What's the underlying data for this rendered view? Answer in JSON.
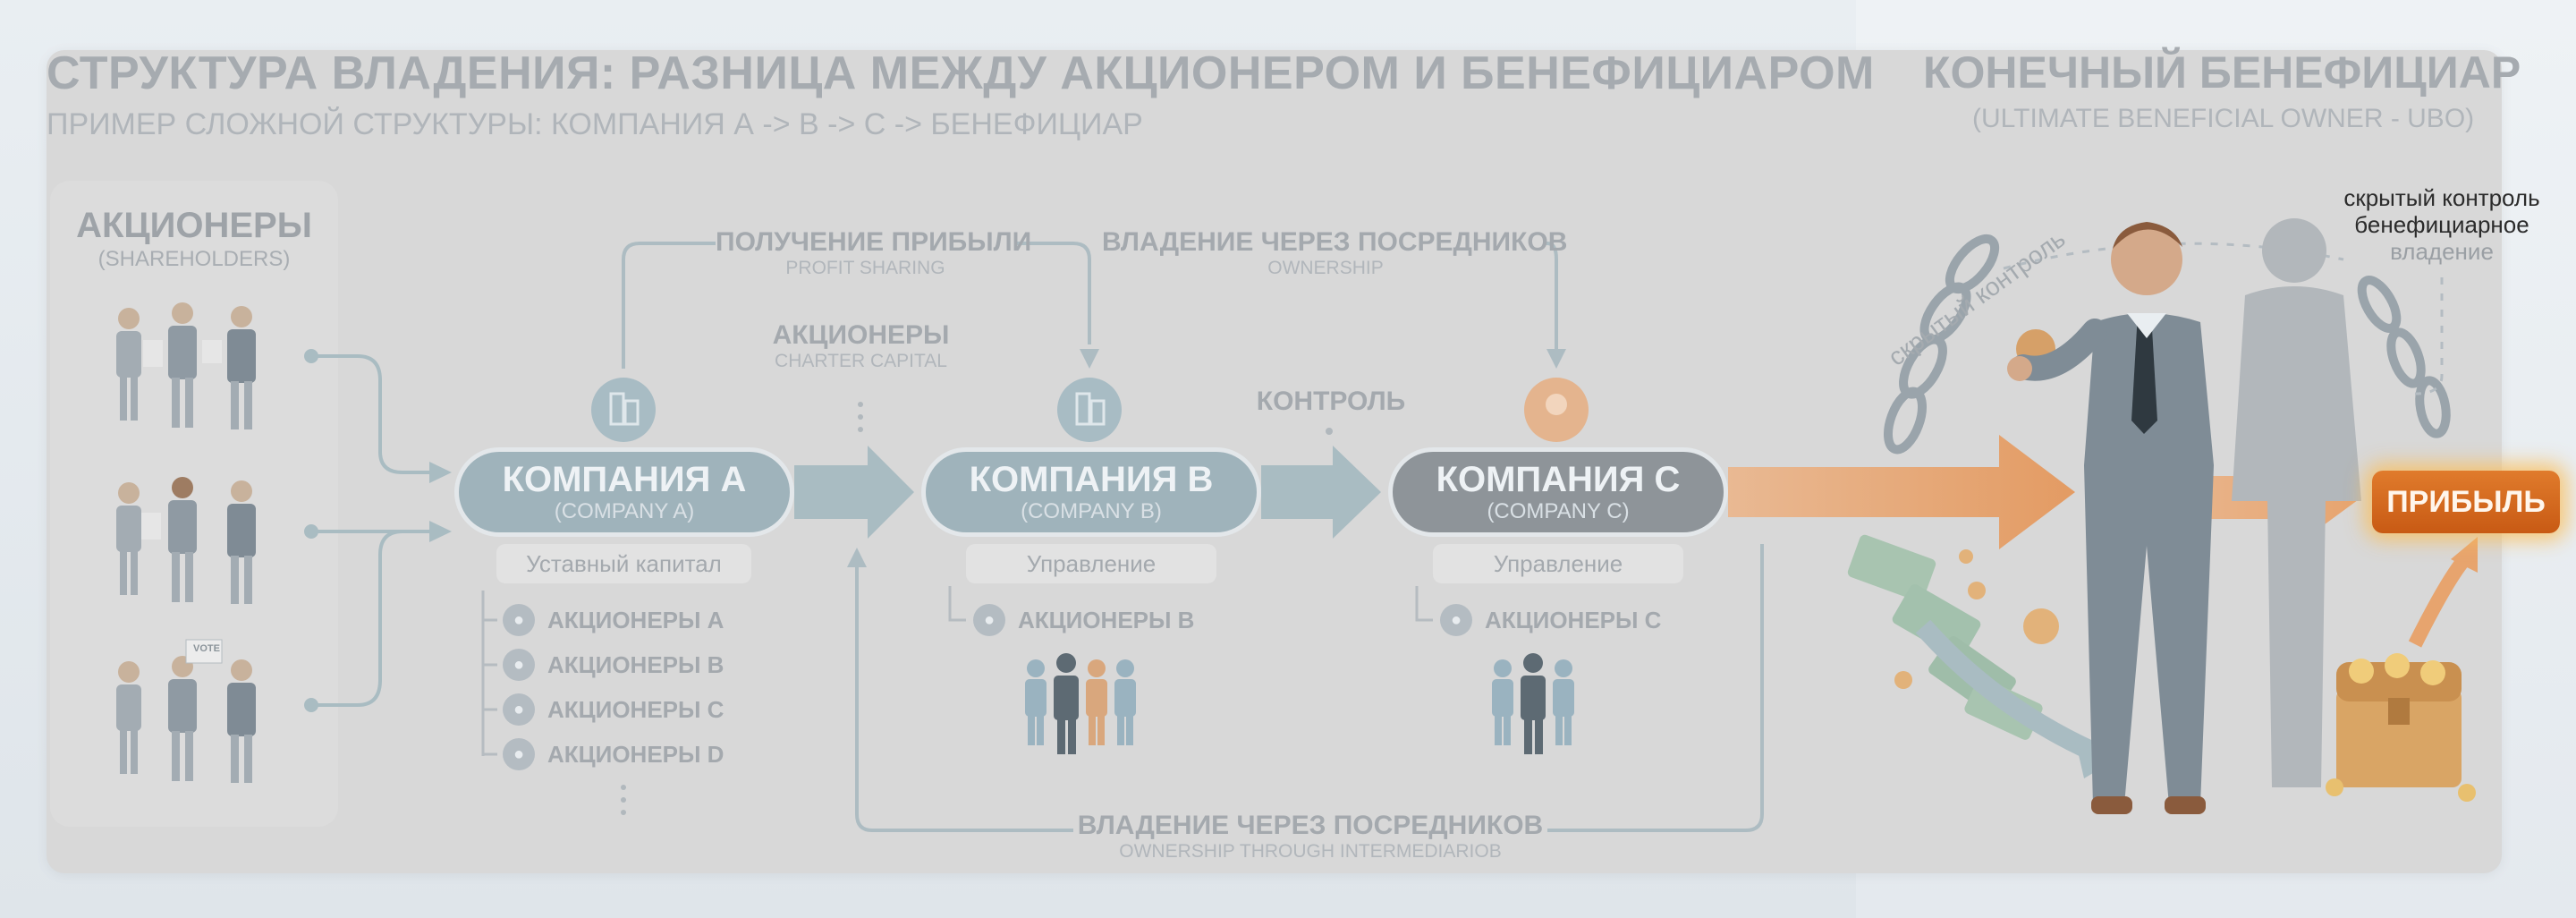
{
  "header": {
    "title": "СТРУКТУРА ВЛАДЕНИЯ: РАЗНИЦА МЕЖДУ АКЦИОНЕРОМ И БЕНЕФИЦИАРОМ",
    "subtitle": "ПРИМЕР СЛОЖНОЙ СТРУКТУРЫ: КОМПАНИЯ А -> В -> С -> БЕНЕФИЦИАР"
  },
  "ubo": {
    "title": "КОНЕЧНЫЙ БЕНЕФИЦИАР",
    "subtitle": "(ULTIMATE BENEFICIAL OWNER - UBO)",
    "hidden_control": "скрытый контроль",
    "note_line1": "скрытый контроль",
    "note_line2": "бенефициарное",
    "note_line3": "владение",
    "profit_label": "ПРИБЫЛЬ"
  },
  "shareholders": {
    "title": "АКЦИОНЕРЫ",
    "subtitle": "(SHAREHOLDERS)",
    "vote_label": "VOTE"
  },
  "labels": {
    "profit_ru": "ПОЛУЧЕНИЕ ПРИБЫЛИ",
    "profit_en": "PROFIT SHARING",
    "own_ru": "ВЛАДЕНИЕ ЧЕРЕЗ ПОСРЕДНИКОВ",
    "own_en": "OWNERSHIP",
    "charter_ru": "АКЦИОНЕРЫ",
    "charter_en": "CHARTER CAPITAL",
    "control": "КОНТРОЛЬ",
    "bottom_ru": "ВЛАДЕНИЕ ЧЕРЕЗ ПОСРЕДНИКОВ",
    "bottom_en": "OWNERSHIP THROUGH INTERMEDIARIOB"
  },
  "companies": [
    {
      "name": "КОМПАНИЯ А",
      "en": "(COMPANY A)",
      "pill": "Уставный капитал"
    },
    {
      "name": "КОМПАНИЯ В",
      "en": "(COMPANY B)",
      "pill": "Управление"
    },
    {
      "name": "КОМПАНИЯ С",
      "en": "(COMPANY C)",
      "pill": "Управление"
    }
  ],
  "company_a_list": [
    "АКЦИОНЕРЫ A",
    "АКЦИОНЕРЫ B",
    "АКЦИОНЕРЫ C",
    "АКЦИОНЕРЫ D"
  ],
  "company_b_list": [
    "АКЦИОНЕРЫ В"
  ],
  "company_c_list": [
    "АКЦИОНЕРЫ С"
  ],
  "colors": {
    "company_fill": "#9fb3bb",
    "company_c_fill": "#8e9499",
    "arrow_teal": "#a9bcc2",
    "arrow_orange": "#e2a47a",
    "profit_button": "#d8691d"
  }
}
